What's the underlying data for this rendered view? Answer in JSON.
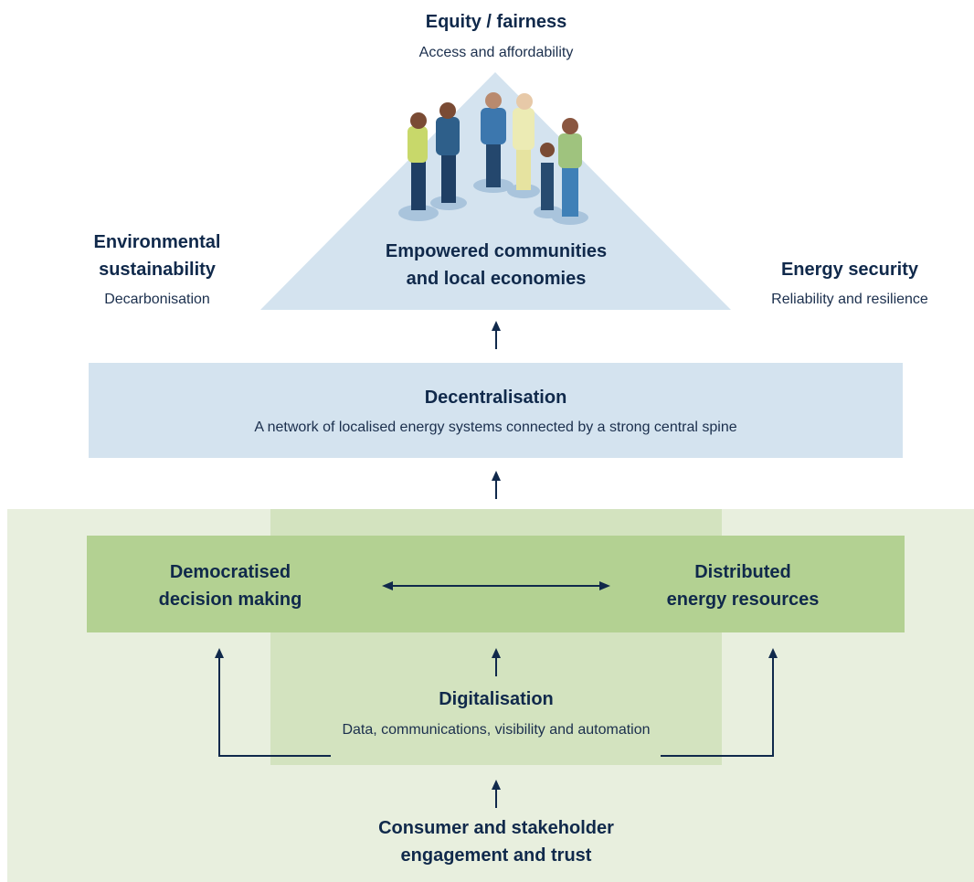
{
  "top": {
    "title": "Equity / fairness",
    "subtitle": "Access and affordability"
  },
  "left": {
    "title_line1": "Environmental",
    "title_line2": "sustainability",
    "subtitle": "Decarbonisation"
  },
  "right": {
    "title": "Energy security",
    "subtitle": "Reliability and resilience"
  },
  "triangle": {
    "line1": "Empowered communities",
    "line2": "and local economies"
  },
  "decentralisation": {
    "title": "Decentralisation",
    "subtitle": "A network of localised energy systems connected by a strong central spine"
  },
  "democratised": {
    "line1": "Democratised",
    "line2": "decision making"
  },
  "distributed": {
    "line1": "Distributed",
    "line2": "energy resources"
  },
  "digitalisation": {
    "title": "Digitalisation",
    "subtitle": "Data, communications, visibility and automation"
  },
  "consumer": {
    "line1": "Consumer and stakeholder",
    "line2": "engagement and trust"
  },
  "colors": {
    "blue_light": "#d4e3ef",
    "green_outer": "#e8efde",
    "green_mid": "#d3e3bf",
    "green_band": "#b3d192",
    "navy": "#10294b"
  }
}
